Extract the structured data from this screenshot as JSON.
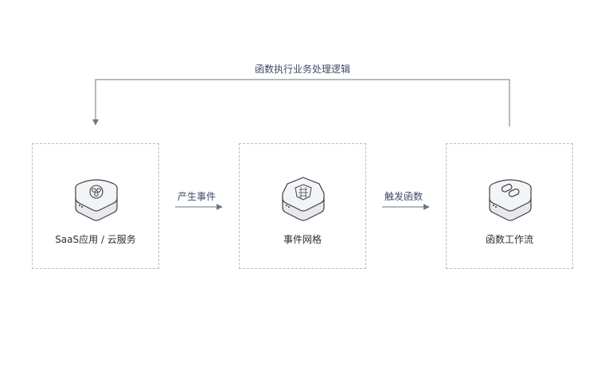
{
  "nodes": [
    {
      "label": "SaaS应用 / 云服务",
      "icon": "cluster-icon"
    },
    {
      "label": "事件网格",
      "icon": "grid-shield-icon"
    },
    {
      "label": "函数工作流",
      "icon": "chain-link-icon"
    }
  ],
  "edges": {
    "produce": "产生事件",
    "trigger": "触发函数",
    "feedback": "函数执行业务处理逻辑"
  },
  "colors": {
    "arrow": "#6f7585",
    "dashed_border": "#bcbcbc",
    "device_fill": "#f3f4f6",
    "device_stroke": "#3c3f45"
  }
}
